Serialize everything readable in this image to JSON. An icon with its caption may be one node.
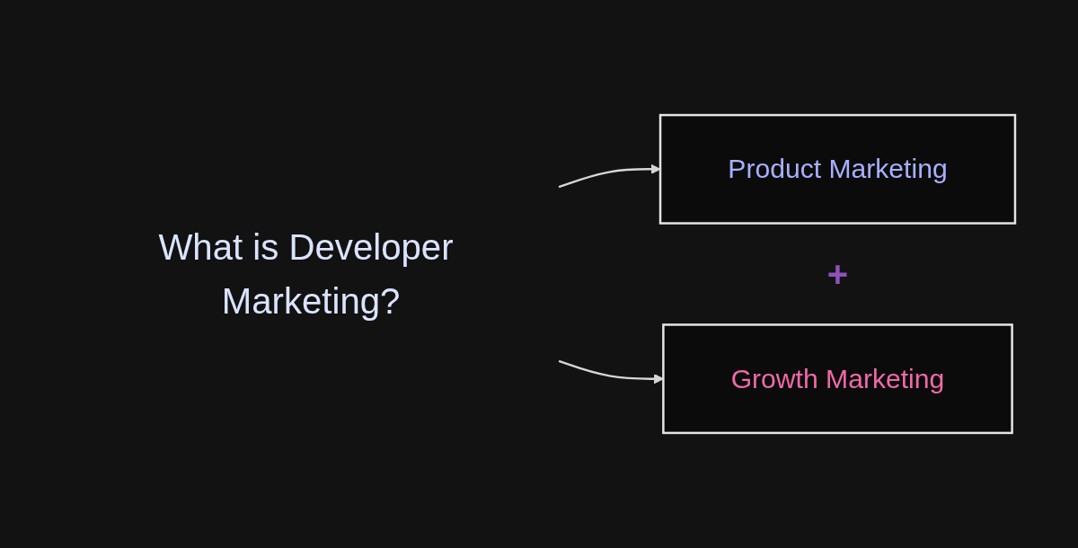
{
  "diagram": {
    "nodes": [
      {
        "text": [
          "What is Developer Marketing?"
        ]
      },
      {
        "text": [
          "Product Marketing"
        ]
      },
      {
        "text": [
          "Growth Marketing"
        ]
      }
    ],
    "edges": [
      {
        "from": 0,
        "to": 1,
        "arrow": "to"
      },
      {
        "from": 0,
        "to": 2,
        "arrow": "to"
      }
    ],
    "labels": [
      "+"
    ]
  }
}
